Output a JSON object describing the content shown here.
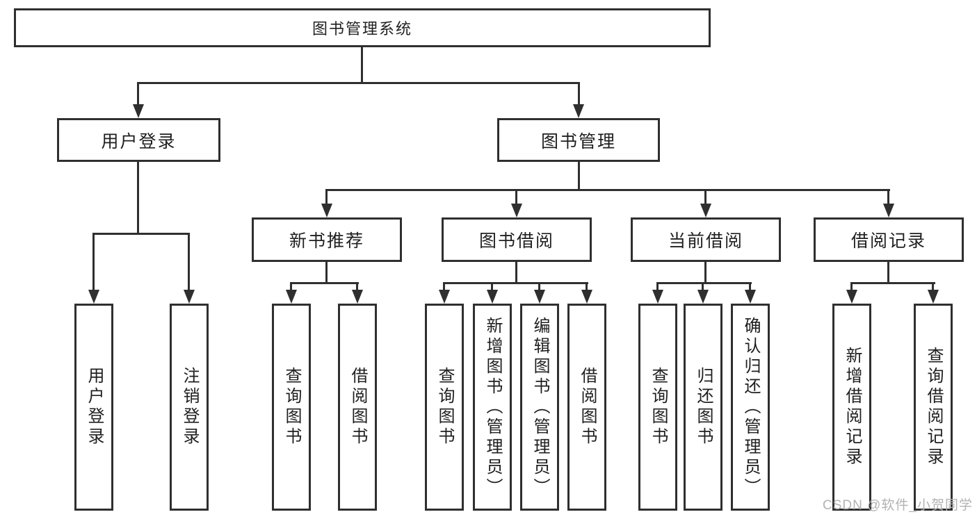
{
  "root": {
    "label": "图书管理系统"
  },
  "user_login": {
    "label": "用户登录",
    "children": [
      {
        "label": "用户登录"
      },
      {
        "label": "注销登录"
      }
    ]
  },
  "book_mgmt": {
    "label": "图书管理",
    "sections": [
      {
        "label": "新书推荐",
        "children": [
          {
            "label": "查询图书"
          },
          {
            "label": "借阅图书"
          }
        ]
      },
      {
        "label": "图书借阅",
        "children": [
          {
            "label": "查询图书"
          },
          {
            "label": "新增图书（管理员）"
          },
          {
            "label": "编辑图书（管理员）"
          },
          {
            "label": "借阅图书"
          }
        ]
      },
      {
        "label": "当前借阅",
        "children": [
          {
            "label": "查询图书"
          },
          {
            "label": "归还图书"
          },
          {
            "label": "确认归还（管理员）"
          }
        ]
      },
      {
        "label": "借阅记录",
        "children": [
          {
            "label": "新增借阅记录"
          },
          {
            "label": "查询借阅记录"
          }
        ]
      }
    ]
  },
  "watermark": {
    "text": "CSDN @软件_小贺同学"
  },
  "colors": {
    "line": "#2f2f2f",
    "text": "#1f1f1f",
    "background": "#ffffff",
    "watermark": "#b2b2b2"
  }
}
